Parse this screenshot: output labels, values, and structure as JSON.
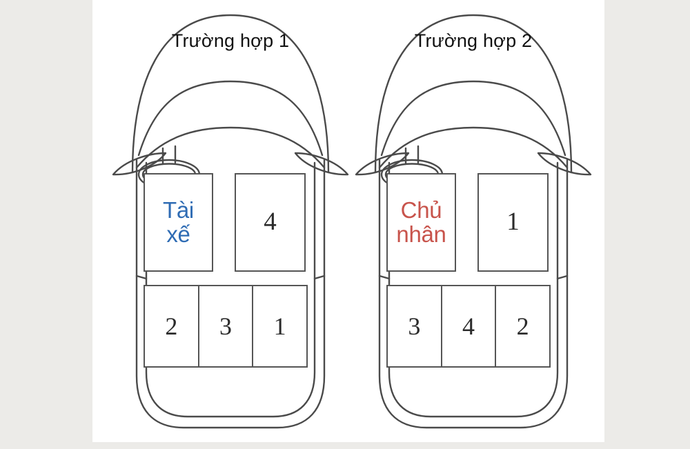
{
  "canvas": {
    "background_color": "#ecebe8",
    "panel_color": "#ffffff"
  },
  "colors": {
    "driver_label": "#2f6cb4",
    "owner_label": "#c8544c",
    "outline": "#555555",
    "number": "#2b2b2b",
    "title": "#111111"
  },
  "cars": [
    {
      "id": "car-1",
      "title": "Trường hợp 1",
      "front_row": [
        {
          "slot": "driver-seat",
          "text": "Tài\nxế",
          "text_line1": "Tài",
          "text_line2": "xế",
          "style": "driver"
        },
        {
          "slot": "front-passenger-seat",
          "text": "4",
          "style": "number"
        }
      ],
      "rear_row": [
        {
          "slot": "rear-left",
          "text": "2"
        },
        {
          "slot": "rear-middle",
          "text": "3"
        },
        {
          "slot": "rear-right",
          "text": "1"
        }
      ]
    },
    {
      "id": "car-2",
      "title": "Trường hợp 2",
      "front_row": [
        {
          "slot": "driver-seat",
          "text": "Chủ\nnhân",
          "text_line1": "Chủ",
          "text_line2": "nhân",
          "style": "owner"
        },
        {
          "slot": "front-passenger-seat",
          "text": "1",
          "style": "number"
        }
      ],
      "rear_row": [
        {
          "slot": "rear-left",
          "text": "3"
        },
        {
          "slot": "rear-middle",
          "text": "4"
        },
        {
          "slot": "rear-right",
          "text": "2"
        }
      ]
    }
  ]
}
